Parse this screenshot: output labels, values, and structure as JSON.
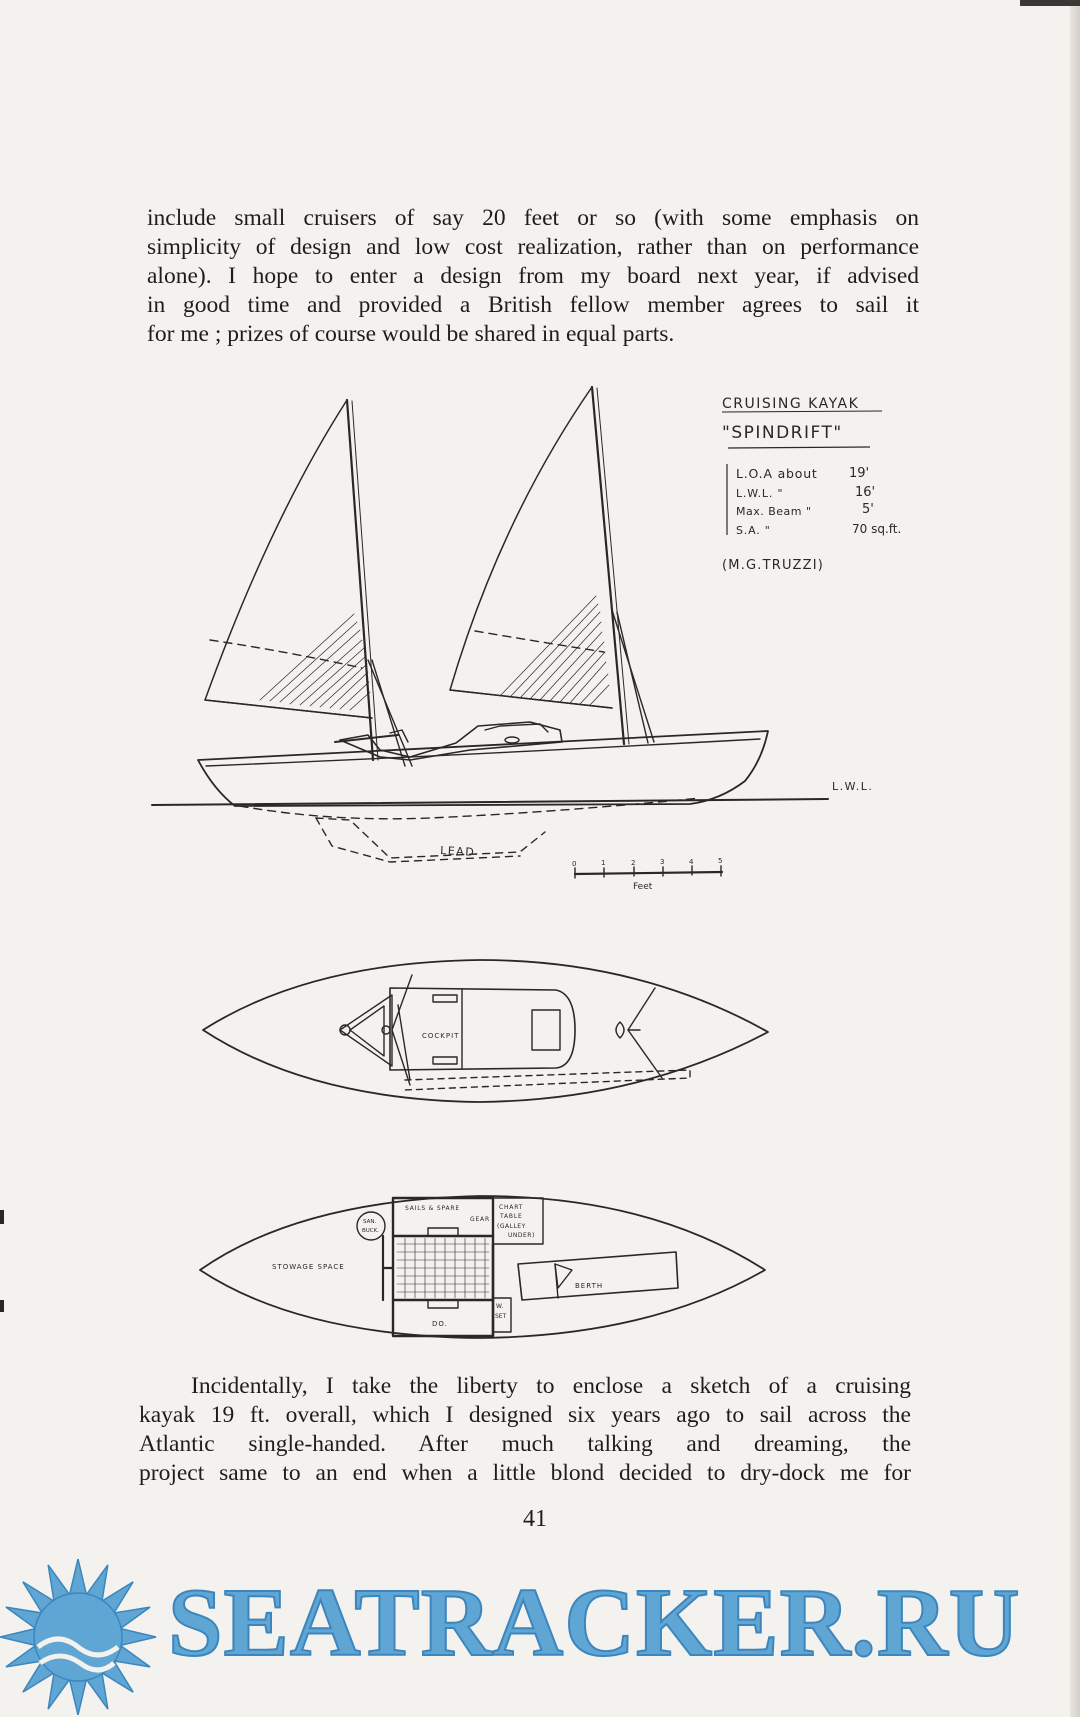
{
  "paragraph_top": {
    "lines": [
      "include small cruisers of say 20 feet or so (with some emphasis on",
      "simplicity of design and low cost realization, rather than on performance",
      "alone).  I hope to enter a design from my board next year, if advised",
      "in good time and provided a British fellow member agrees to sail it",
      "for me ;  prizes of course would be shared in equal parts."
    ]
  },
  "drawing": {
    "title": "CRUISING KAYAK",
    "name": "\"SPINDRIFT\"",
    "specs": [
      {
        "label": "L.O.A about",
        "value": "19'"
      },
      {
        "label": "L.W.L.     \"",
        "value": "16'"
      },
      {
        "label": "Max. Beam \"",
        "value": "5'"
      },
      {
        "label": "S.A.       \"",
        "value": "70 sq.ft."
      }
    ],
    "designer": "(M.G.TRUZZI)",
    "lwl_label": "L.W.L.",
    "lead_label": "LEAD",
    "scale_ticks": [
      "0",
      "1",
      "2",
      "3",
      "4",
      "5"
    ],
    "scale_unit": "Feet",
    "deck_label": "COCKPIT",
    "plan_labels": {
      "stowage": "STOWAGE SPACE",
      "san": "SAN.",
      "buck": "BUCK.",
      "sails_1": "SAILS  &  SPARE",
      "sails_2": "GEAR",
      "chart_1": "CHART",
      "chart_2": "TABLE",
      "chart_3": "(GALLEY",
      "chart_4": "UNDER)",
      "berth": "BERTH",
      "do": "DO.",
      "w_1": "W.",
      "w_2": "SET"
    }
  },
  "paragraph_bottom": {
    "lines": [
      "Incidentally, I take the liberty to enclose a sketch of a cruising",
      "kayak 19 ft. overall, which I designed six years ago to sail across the",
      "Atlantic single-handed.  After much talking and dreaming, the",
      "project same to an end when a little blond decided to dry-dock me for"
    ]
  },
  "page_number": "41",
  "watermark": {
    "text": "SEATRACKER.RU",
    "color": "#5fa6d4"
  }
}
